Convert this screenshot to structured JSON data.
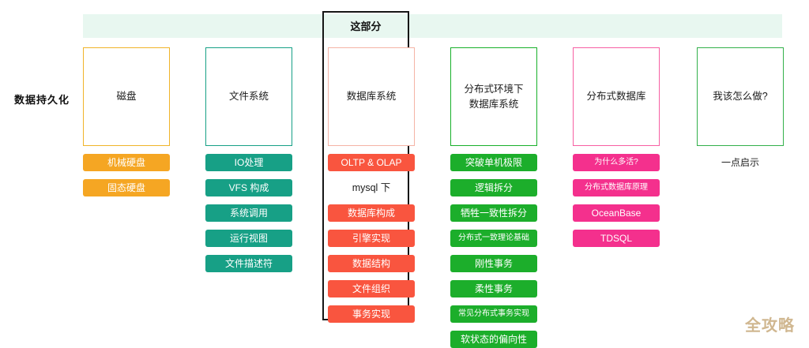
{
  "section_label": "数据持久化",
  "focus": {
    "title": "这部分"
  },
  "watermark": "全攻略",
  "columns": [
    {
      "key": "disk",
      "head": "磁盘",
      "accent": "#f5a623",
      "items": [
        {
          "type": "pill",
          "label": "机械硬盘"
        },
        {
          "type": "pill",
          "label": "固态硬盘"
        }
      ]
    },
    {
      "key": "filesystem",
      "head": "文件系统",
      "accent": "#17a086",
      "items": [
        {
          "type": "pill",
          "label": "IO处理"
        },
        {
          "type": "pill",
          "label": "VFS 构成"
        },
        {
          "type": "pill",
          "label": "系统调用"
        },
        {
          "type": "pill",
          "label": "运行视图"
        },
        {
          "type": "pill",
          "label": "文件描述符"
        }
      ]
    },
    {
      "key": "database",
      "head": "数据库系统",
      "accent": "#f9553f",
      "items": [
        {
          "type": "pill",
          "label": "OLTP & OLAP"
        },
        {
          "type": "plain",
          "label": "mysql 下"
        },
        {
          "type": "pill",
          "label": "数据库构成"
        },
        {
          "type": "pill",
          "label": "引擎实现"
        },
        {
          "type": "pill",
          "label": "数据结构"
        },
        {
          "type": "pill",
          "label": "文件组织"
        },
        {
          "type": "pill",
          "label": "事务实现"
        }
      ]
    },
    {
      "key": "distributed-env",
      "head": "分布式环境下\n数据库系统",
      "accent": "#1cae2b",
      "items": [
        {
          "type": "pill",
          "label": "突破单机极限"
        },
        {
          "type": "pill",
          "label": "逻辑拆分"
        },
        {
          "type": "pill",
          "label": "牺牲一致性拆分"
        },
        {
          "type": "pill",
          "label": "分布式一致理论基础",
          "small": true
        },
        {
          "type": "pill",
          "label": "刚性事务"
        },
        {
          "type": "pill",
          "label": "柔性事务"
        },
        {
          "type": "pill",
          "label": "常见分布式事务实现",
          "small": true
        },
        {
          "type": "pill",
          "label": "软状态的偏向性"
        }
      ]
    },
    {
      "key": "distributed-db",
      "head": "分布式数据库",
      "accent": "#f4308d",
      "items": [
        {
          "type": "pill",
          "label": "为什么多活?",
          "small": true
        },
        {
          "type": "pill",
          "label": "分布式数据库原理",
          "small": true
        },
        {
          "type": "pill",
          "label": "OceanBase"
        },
        {
          "type": "pill",
          "label": "TDSQL"
        }
      ]
    },
    {
      "key": "how-to",
      "head": "我该怎么做?",
      "accent": "#32b04a",
      "items": [
        {
          "type": "plain",
          "label": "一点启示"
        }
      ]
    }
  ]
}
